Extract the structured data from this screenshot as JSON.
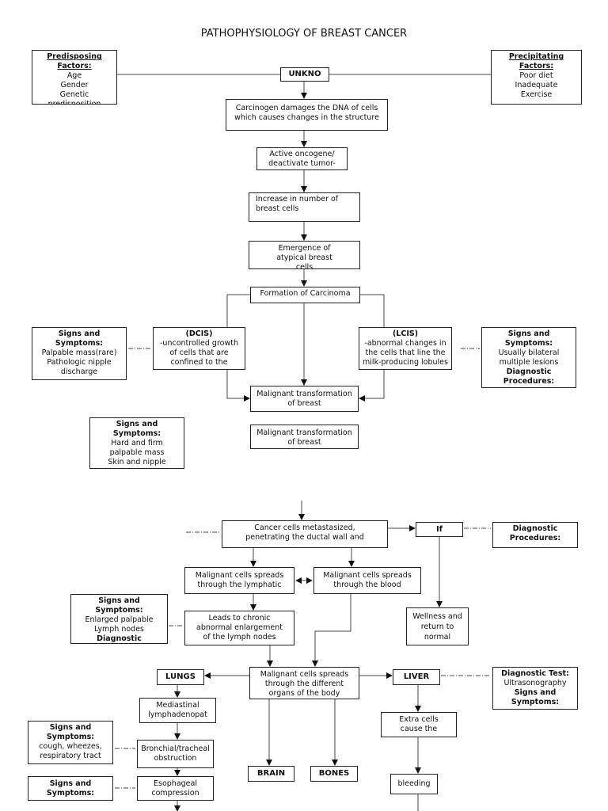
{
  "title": "PATHOPHYSIOLOGY OF BREAST CANCER",
  "nodes": {
    "predisposing": {
      "heading": "Predisposing Factors:",
      "items": [
        "Age",
        "Gender",
        "Genetic predisposition"
      ]
    },
    "precipitating": {
      "heading": "Precipitating Factors:",
      "items": [
        "Poor diet",
        "Inadequate",
        "Exercise"
      ]
    },
    "unknown": "UNKNO",
    "carcinogen": "Carcinogen damages the DNA of cells which causes changes in the structure",
    "oncogene": "Active oncogene/ deactivate tumor-",
    "increase": "Increase in number of breast cells",
    "emergence": "Emergence of atypical breast cells",
    "formation": "Formation of Carcinoma",
    "dcis": {
      "heading": "(DCIS)",
      "text": "-uncontrolled growth of cells that are confined to the"
    },
    "lcis": {
      "heading": "(LCIS)",
      "text": "-abnormal changes in the cells that line the milk-producing lobules"
    },
    "signs_dcis": {
      "heading": "Signs and Symptoms:",
      "items": [
        "Palpable mass(rare)",
        "Pathologic nipple",
        "discharge"
      ]
    },
    "signs_lcis": {
      "heading": "Signs and Symptoms:",
      "items": [
        "Usually bilateral",
        "multiple lesions"
      ],
      "heading2": "Diagnostic Procedures:"
    },
    "malignant1": "Malignant transformation of breast",
    "malignant2": "Malignant transformation of breast",
    "signs_hard": {
      "heading": "Signs and Symptoms:",
      "items": [
        "Hard and firm",
        "palpable mass",
        "Skin and nipple"
      ]
    },
    "metastasized": "Cancer cells metastasized, penetrating the ductal wall and",
    "if": "If",
    "diag_proc": {
      "heading": "Diagnostic Procedures:"
    },
    "lymphatic": "Malignant cells spreads through the lymphatic",
    "blood": "Malignant cells spreads through the blood",
    "signs_lymph": {
      "heading": "Signs and Symptoms:",
      "items": [
        "Enlarged palpable",
        "Lymph nodes"
      ],
      "heading2": "Diagnostic"
    },
    "leads": "Leads to chronic abnormal enlargement of the lymph nodes",
    "wellness": "Wellness and return to normal",
    "organs": "Malignant cells spreads through the different organs of the body",
    "lungs": "LUNGS",
    "liver": "LIVER",
    "diag_test": {
      "heading": "Diagnostic Test:",
      "item": "Ultrasonography",
      "heading2": "Signs and Symptoms:"
    },
    "mediastinal": "Mediastinal lymphadenopat",
    "extra": "Extra cells cause the",
    "signs_cough": {
      "heading": "Signs and Symptoms:",
      "item": "cough, wheezes, respiratory tract"
    },
    "bronchial": "Bronchial/tracheal obstruction",
    "brain": "BRAIN",
    "bones": "BONES",
    "bleeding": "bleeding",
    "signs_esoph": {
      "heading": "Signs and Symptoms:"
    },
    "esophageal": "Esophageal compression"
  }
}
